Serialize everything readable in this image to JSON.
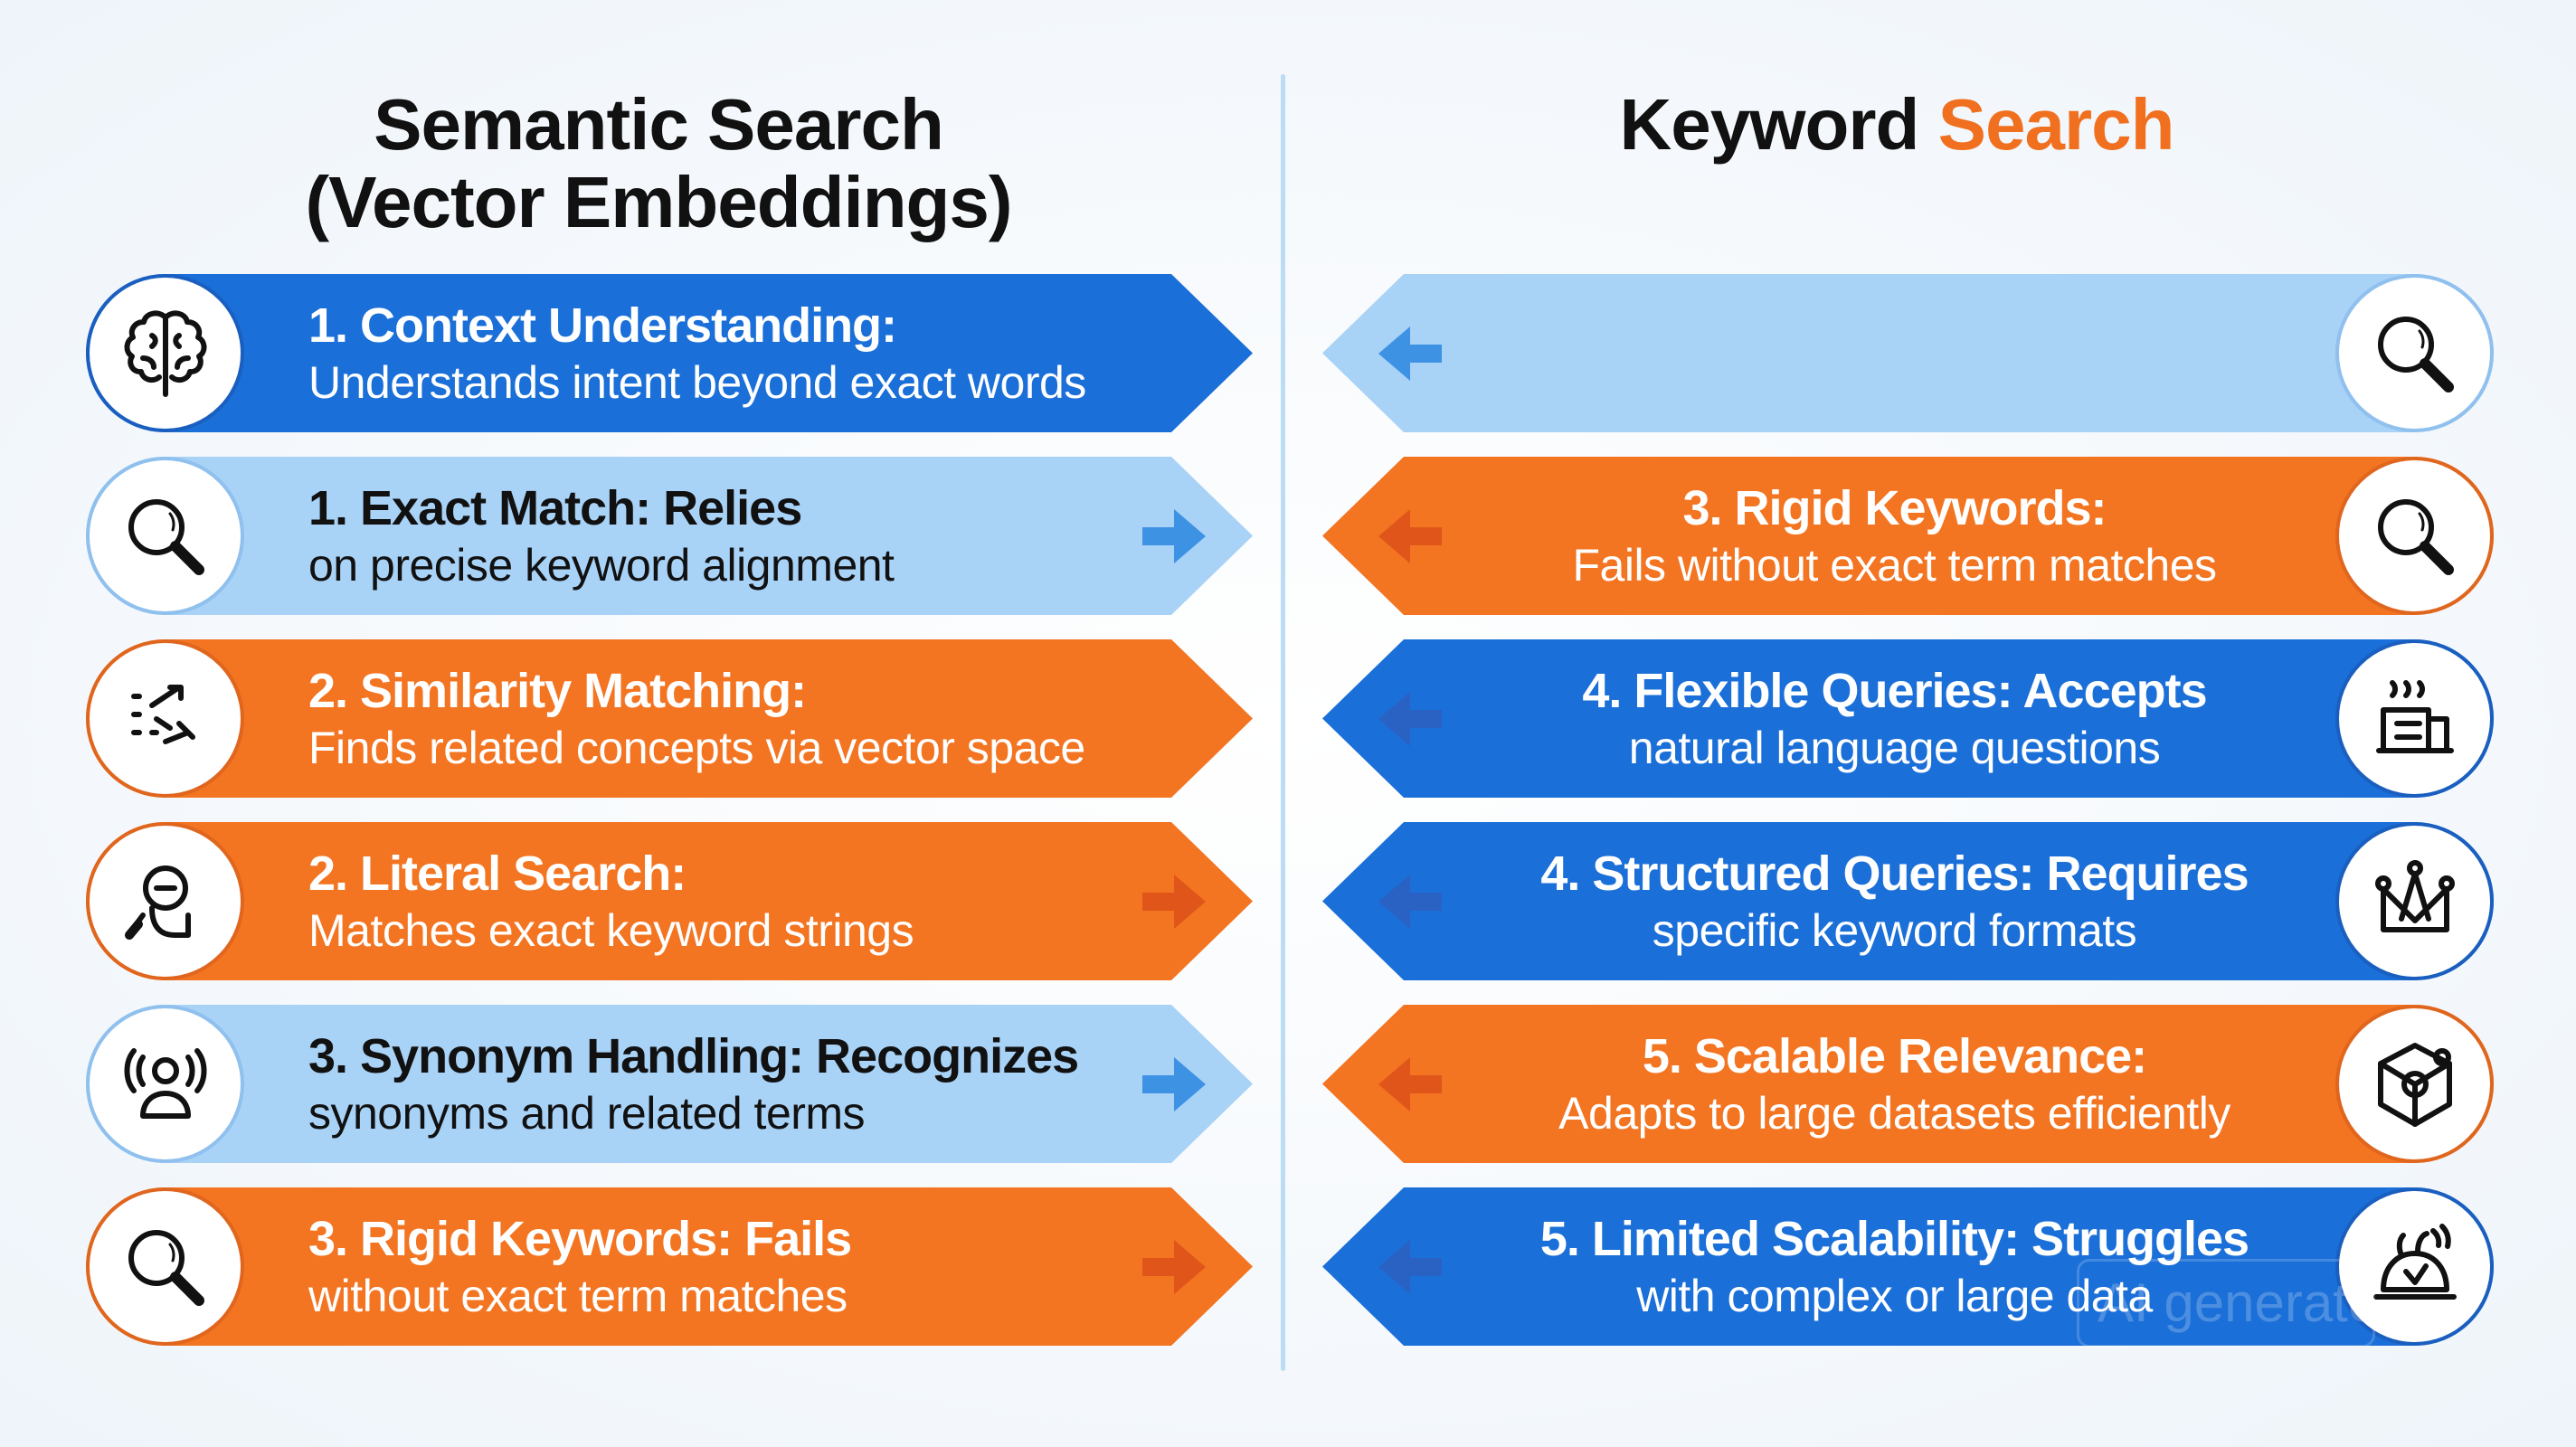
{
  "left_title": {
    "line1": "Semantic Search",
    "line2": "(Vector Embeddings)"
  },
  "right_title": {
    "word1": "Keyword",
    "word2": "Search"
  },
  "colors": {
    "dark_blue": "#1a6fd8",
    "light_blue": "#a9d2f7",
    "orange": "#f37421",
    "accent": "#f07020"
  },
  "left_rows": [
    {
      "heading": "1. Context Understanding:",
      "text": "Understands intent beyond exact words",
      "theme": "dark",
      "icon": "brain-icon",
      "arrow": false
    },
    {
      "heading": "1. Exact Match: Relies",
      "text": "on precise keyword alignment",
      "theme": "light",
      "icon": "magnifier-icon",
      "arrow": true
    },
    {
      "heading": "2. Similarity Matching:",
      "text": "Finds related concepts via vector space",
      "theme": "orange",
      "icon": "scatter-arrows-icon",
      "arrow": false
    },
    {
      "heading": "2. Literal Search:",
      "text": "Matches exact keyword strings",
      "theme": "orange",
      "icon": "person-search-icon",
      "arrow": true
    },
    {
      "heading": "3. Synonym Handling: Recognizes",
      "text": "synonyms and related terms",
      "theme": "light",
      "icon": "speaking-person-icon",
      "arrow": true
    },
    {
      "heading": "3. Rigid Keywords: Fails",
      "text": "without exact term matches",
      "theme": "orange",
      "icon": "magnifier-icon",
      "arrow": true
    }
  ],
  "right_rows": [
    {
      "heading": "",
      "text": "",
      "theme": "light",
      "icon": "magnifier-icon",
      "arrow": true
    },
    {
      "heading": "3. Rigid Keywords:",
      "text": "Fails without exact term matches",
      "theme": "orange",
      "icon": "magnifier-icon",
      "arrow": true
    },
    {
      "heading": "4. Flexible Queries: Accepts",
      "text": "natural language questions",
      "theme": "dark",
      "icon": "desk-icon",
      "arrow": true
    },
    {
      "heading": "4. Structured Queries: Requires",
      "text": "specific keyword formats",
      "theme": "dark",
      "icon": "network-graph-icon",
      "arrow": true
    },
    {
      "heading": "5. Scalable Relevance:",
      "text": "Adapts to large datasets efficiently",
      "theme": "orange",
      "icon": "cube-network-icon",
      "arrow": true
    },
    {
      "heading": "5. Limited Scalability: Struggles",
      "text": "with complex or large data",
      "theme": "dark",
      "icon": "alarm-bell-icon",
      "arrow": true
    }
  ],
  "watermark": "AI generated"
}
